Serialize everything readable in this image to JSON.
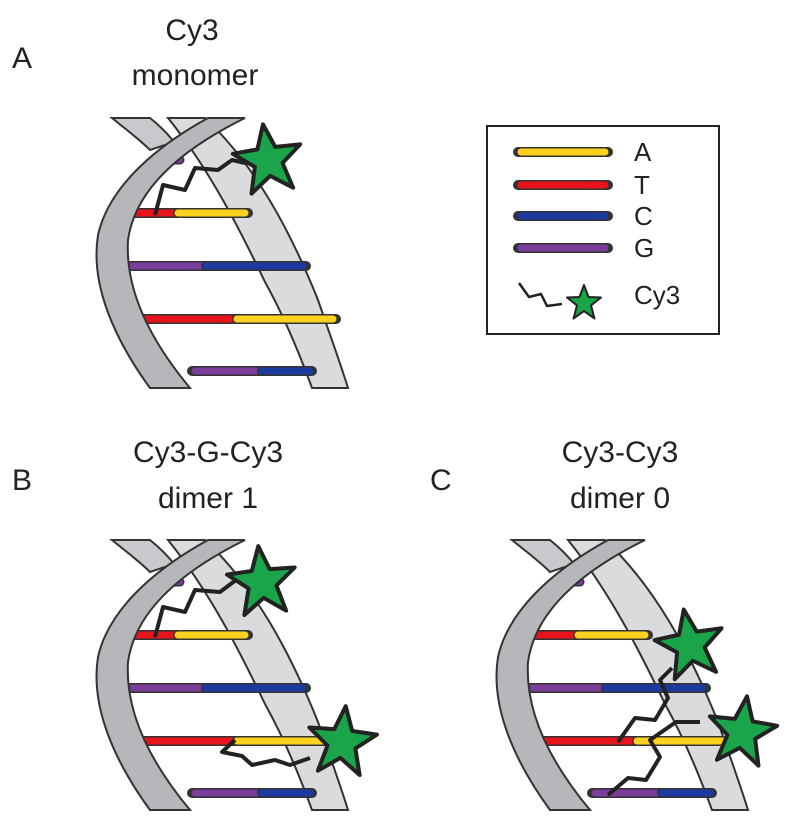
{
  "panels": [
    {
      "letter": "A",
      "title_line1": "Cy3",
      "title_line2": "monomer"
    },
    {
      "letter": "B",
      "title_line1": "Cy3-G-Cy3",
      "title_line2": "dimer 1"
    },
    {
      "letter": "C",
      "title_line1": "Cy3-Cy3",
      "title_line2": "dimer 0"
    }
  ],
  "legend": {
    "items": [
      {
        "label": "A",
        "color": "#ffd21f"
      },
      {
        "label": "T",
        "color": "#e8141c"
      },
      {
        "label": "C",
        "color": "#1c3aa0"
      },
      {
        "label": "G",
        "color": "#7a3d9c"
      }
    ],
    "dye_label": "Cy3",
    "dye_color": "#1aa54a"
  },
  "colors": {
    "strand_dark": "#b5b7ba",
    "strand_light": "#dadbdd",
    "outline": "#333333",
    "linker": "#222222"
  }
}
